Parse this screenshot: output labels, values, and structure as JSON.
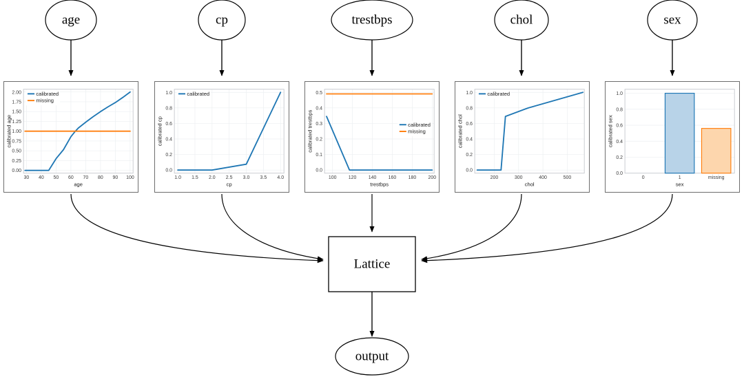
{
  "graph": {
    "input_nodes": [
      {
        "id": "age",
        "label": "age"
      },
      {
        "id": "cp",
        "label": "cp"
      },
      {
        "id": "trestbps",
        "label": "trestbps"
      },
      {
        "id": "chol",
        "label": "chol"
      },
      {
        "id": "sex",
        "label": "sex"
      }
    ],
    "lattice_label": "Lattice",
    "output_label": "output"
  },
  "colors": {
    "calibrated": "#1f77b4",
    "missing": "#ff7f0e",
    "bar_blue_face": "#b8d3e8",
    "bar_orange_face": "#fdd6ad",
    "edge": "#000000",
    "panel_border": "#6d6d6d",
    "grid": "#eceff1"
  },
  "chart_data": [
    {
      "id": "age",
      "type": "line",
      "ylabel": "calibrated age",
      "xlabel": "age",
      "xlim": [
        28,
        102
      ],
      "ylim": [
        -0.07,
        2.07
      ],
      "xticks": [
        30,
        40,
        50,
        60,
        70,
        80,
        90,
        100
      ],
      "yticks": [
        0.0,
        0.25,
        0.5,
        0.75,
        1.0,
        1.25,
        1.5,
        1.75,
        2.0
      ],
      "ytick_labels": [
        "0.00",
        "0.25",
        "0.50",
        "0.75",
        "1.00",
        "1.25",
        "1.50",
        "1.75",
        "2.00"
      ],
      "legend": [
        "calibrated",
        "missing"
      ],
      "legend_position": "upper left",
      "grid": true,
      "series": [
        {
          "name": "calibrated",
          "color": "#1f77b4",
          "x": [
            29,
            40,
            45,
            50,
            55,
            60,
            63,
            65,
            70,
            75,
            80,
            85,
            90,
            95,
            100
          ],
          "y": [
            0.0,
            0.0,
            0.0,
            0.3,
            0.53,
            0.86,
            1.0,
            1.08,
            1.23,
            1.37,
            1.5,
            1.62,
            1.73,
            1.86,
            2.0
          ]
        },
        {
          "name": "missing",
          "color": "#ff7f0e",
          "x": [
            29,
            100
          ],
          "y": [
            1.0,
            1.0
          ]
        }
      ]
    },
    {
      "id": "cp",
      "type": "line",
      "ylabel": "calibrated cp",
      "xlabel": "cp",
      "xlim": [
        0.9,
        4.1
      ],
      "ylim": [
        -0.04,
        1.04
      ],
      "xticks": [
        1.0,
        1.5,
        2.0,
        2.5,
        3.0,
        3.5,
        4.0
      ],
      "xtick_labels": [
        "1.0",
        "1.5",
        "2.0",
        "2.5",
        "3.0",
        "3.5",
        "4.0"
      ],
      "yticks": [
        0.0,
        0.2,
        0.4,
        0.6,
        0.8,
        1.0
      ],
      "ytick_labels": [
        "0.0",
        "0.2",
        "0.4",
        "0.6",
        "0.8",
        "1.0"
      ],
      "legend": [
        "calibrated"
      ],
      "legend_position": "upper left",
      "grid": true,
      "series": [
        {
          "name": "calibrated",
          "color": "#1f77b4",
          "x": [
            1.0,
            2.0,
            3.0,
            4.0
          ],
          "y": [
            0.0,
            0.0,
            0.075,
            1.0
          ]
        }
      ]
    },
    {
      "id": "trestbps",
      "type": "line",
      "ylabel": "calibrated trestbps",
      "xlabel": "trestbps",
      "xlim": [
        92,
        202
      ],
      "ylim": [
        -0.02,
        0.52
      ],
      "xticks": [
        100,
        120,
        140,
        160,
        180,
        200
      ],
      "yticks": [
        0.0,
        0.1,
        0.2,
        0.3,
        0.4,
        0.5
      ],
      "ytick_labels": [
        "0.0",
        "0.1",
        "0.2",
        "0.3",
        "0.4",
        "0.5"
      ],
      "legend": [
        "calibrated",
        "missing"
      ],
      "legend_position": "center right",
      "grid": true,
      "series": [
        {
          "name": "calibrated",
          "color": "#1f77b4",
          "x": [
            94,
            117,
            200
          ],
          "y": [
            0.345,
            0.0,
            0.0
          ]
        },
        {
          "name": "missing",
          "color": "#ff7f0e",
          "x": [
            94,
            200
          ],
          "y": [
            0.49,
            0.49
          ]
        }
      ]
    },
    {
      "id": "chol",
      "type": "line",
      "ylabel": "calibrated chol",
      "xlabel": "chol",
      "xlim": [
        120,
        570
      ],
      "ylim": [
        -0.04,
        1.04
      ],
      "xticks": [
        200,
        300,
        400,
        500
      ],
      "yticks": [
        0.0,
        0.2,
        0.4,
        0.6,
        0.8,
        1.0
      ],
      "ytick_labels": [
        "0.0",
        "0.2",
        "0.4",
        "0.6",
        "0.8",
        "1.0"
      ],
      "legend": [
        "calibrated"
      ],
      "legend_position": "upper left",
      "grid": true,
      "series": [
        {
          "name": "calibrated",
          "color": "#1f77b4",
          "x": [
            130,
            228,
            246,
            340,
            564
          ],
          "y": [
            0.0,
            0.0,
            0.69,
            0.8,
            1.0
          ]
        }
      ]
    },
    {
      "id": "sex",
      "type": "bar",
      "ylabel": "calibrated sex",
      "xlabel": "sex",
      "categories": [
        "0",
        "1",
        "missing"
      ],
      "values": [
        0.0,
        1.0,
        0.56
      ],
      "bar_colors": [
        "#b8d3e8",
        "#b8d3e8",
        "#fdd6ad"
      ],
      "bar_edge_colors": [
        "#1f77b4",
        "#1f77b4",
        "#ff7f0e"
      ],
      "ylim": [
        0.0,
        1.05
      ],
      "yticks": [
        0.0,
        0.2,
        0.4,
        0.6,
        0.8,
        1.0
      ],
      "ytick_labels": [
        "0.0",
        "0.2",
        "0.4",
        "0.6",
        "0.8",
        "1.0"
      ],
      "grid": true,
      "legend": []
    }
  ]
}
